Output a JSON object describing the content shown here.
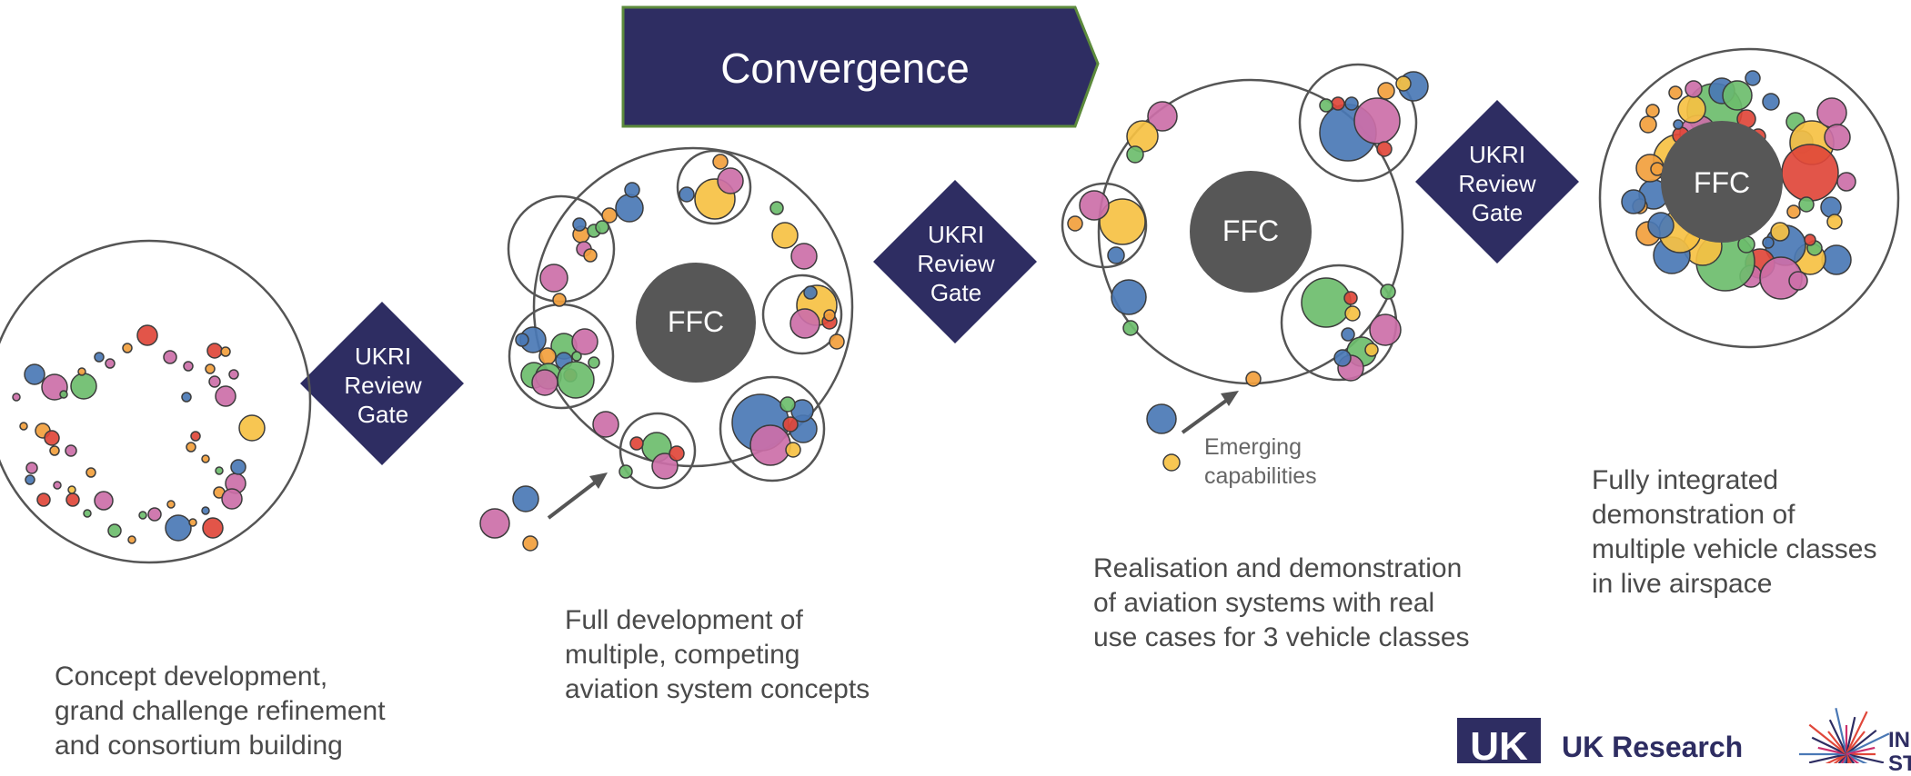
{
  "colors": {
    "navy": "#2e2d62",
    "ffc_fill": "#575757",
    "outline": "#555555",
    "convergence_border": "#5c8a3c",
    "bubble_blue": "#4a78b5",
    "bubble_pink": "#cc6fa8",
    "bubble_green": "#6cbd6c",
    "bubble_yellow": "#f6c143",
    "bubble_orange": "#f2a03d",
    "bubble_red": "#e0473a"
  },
  "convergence": {
    "label": "Convergence",
    "shape": "arrow-banner"
  },
  "review_gates": [
    {
      "label": "UKRI\nReview\nGate"
    },
    {
      "label": "UKRI\nReview\nGate"
    },
    {
      "label": "UKRI\nReview\nGate"
    }
  ],
  "ffc_labels": [
    "FFC",
    "FFC",
    "FFC"
  ],
  "stages": [
    {
      "caption": "Concept development,\ngrand challenge refinement\nand consortium building"
    },
    {
      "caption": "Full development of\nmultiple, competing\naviation system concepts"
    },
    {
      "caption": "Realisation and demonstration\nof aviation systems with real\nuse cases for 3 vehicle classes"
    },
    {
      "caption": "Fully integrated\ndemonstration of\nmultiple vehicle classes\nin live airspace"
    }
  ],
  "emerging": {
    "label": "Emerging\ncapabilities"
  },
  "logo": {
    "ukri_mark": "UK",
    "ukri_text": "UK Research",
    "partial_text": "IN\nST"
  }
}
